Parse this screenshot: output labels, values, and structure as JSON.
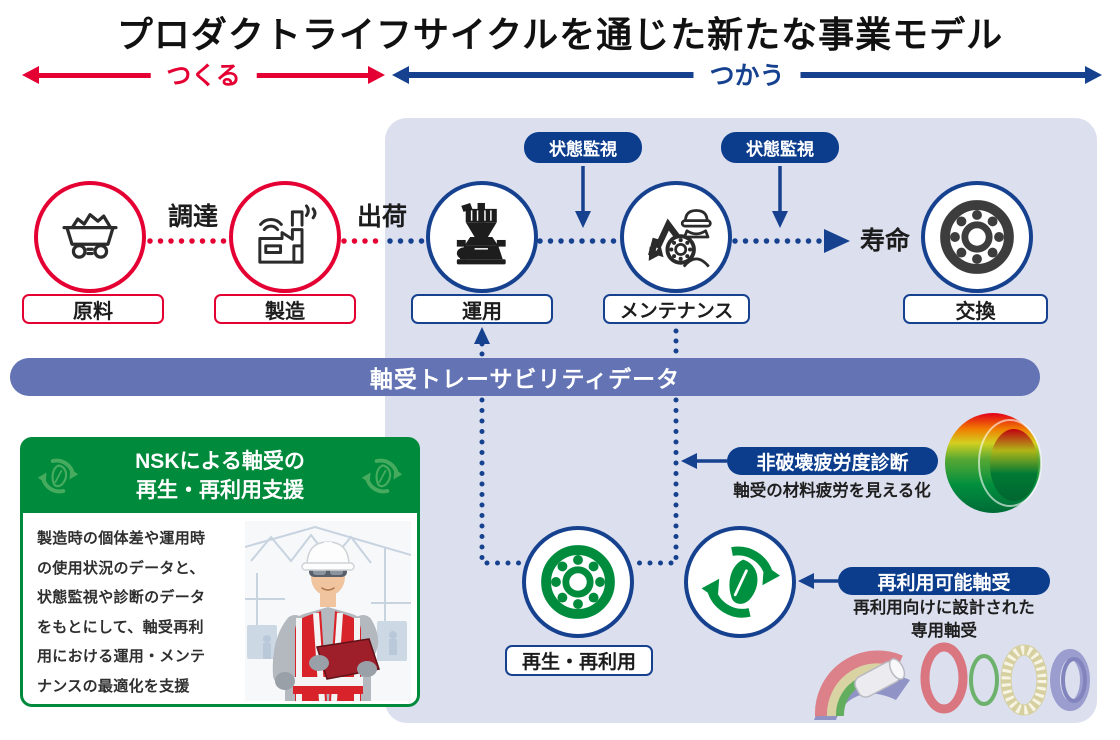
{
  "title": "プロダクトライフサイクルを通じた新たな事業モデル",
  "phases": {
    "make": "つくる",
    "use": "つかう"
  },
  "flow": {
    "steps": [
      {
        "label": "原料"
      },
      {
        "label": "製造"
      },
      {
        "label": "運用"
      },
      {
        "label": "メンテナンス"
      },
      {
        "label": "交換"
      }
    ],
    "connectors": {
      "procure": "調達",
      "ship": "出荷",
      "life": "寿命"
    },
    "monitor_badge": "状態監視"
  },
  "trace_bar": "軸受トレーサビリティデータ",
  "support_box": {
    "title": "NSKによる軸受の\n再生・再利用支援",
    "body": "製造時の個体差や運用時\nの使用状況のデータと、\n状態監視や診断のデータ\nをもとにして、軸受再利\n用における運用・メンテ\nナンスの最適化を支援"
  },
  "diagnosis": {
    "badge": "非破壊疲労度診断",
    "caption": "軸受の材料疲労を見える化"
  },
  "reuse": {
    "circle_label": "再生・再利用",
    "badge": "再利用可能軸受",
    "caption": "再利用向けに設計された\n専用軸受"
  },
  "colors": {
    "make_red": "#e50033",
    "use_blue": "#16418f",
    "badge_navy": "#0c3d8d",
    "panel_lavender": "#dbdfee",
    "trace_bar_blue": "#6373b4",
    "support_green": "#008a3b",
    "icon_green": "#008c3c"
  }
}
